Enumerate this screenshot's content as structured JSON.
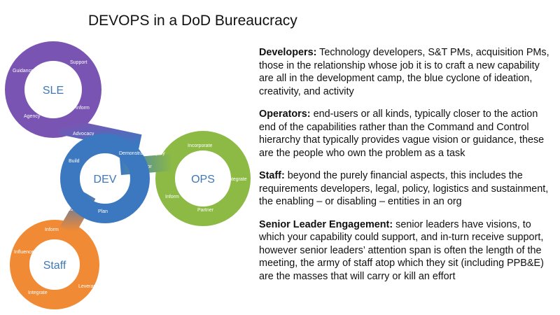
{
  "title": "DEVOPS in a DoD Bureaucracy",
  "diagram": {
    "loops": [
      {
        "name": "SLE",
        "color": "#7a54b3",
        "steps": [
          "Support",
          "Inform",
          "Agency",
          "Guidance"
        ]
      },
      {
        "name": "DEV",
        "color": "#3c78c0",
        "steps": [
          "Build",
          "Demonstrate/ Deploy",
          "Plan"
        ]
      },
      {
        "name": "OPS",
        "color": "#8cba45",
        "steps": [
          "Incorporate",
          "Integrate",
          "Partner",
          "Inform"
        ]
      },
      {
        "name": "Staff",
        "color": "#f08a35",
        "steps": [
          "Inform",
          "Influence",
          "Integrate",
          "Leverage"
        ]
      }
    ],
    "connectors": [
      "Advocacy",
      "Tailor",
      "Resourcing"
    ]
  },
  "descriptions": [
    {
      "term": "Developers:",
      "text": " Technology developers, S&T PMs, acquisition PMs, those in the relationship whose job it is to craft a new capability are all in the development camp, the blue cyclone of ideation, creativity, and activity"
    },
    {
      "term": "Operators:",
      "text": " end-users or all kinds, typically closer to the action end of the capabilities rather than the Command and Control hierarchy that typically provides vague vision or guidance, these are the people who own the problem as a task"
    },
    {
      "term": "Staff:",
      "text": " beyond the purely financial aspects, this includes the requirements developers, legal, policy, logistics and sustainment, the enabling – or disabling – entities in an org"
    },
    {
      "term": "Senior Leader Engagement:",
      "text": " senior leaders have visions, to which your capability could support, and in-turn receive support, however senior leaders’ attention span is often the length of the meeting, the army of staff atop which they sit (including PPB&E) are the masses that will carry or kill an effort"
    }
  ]
}
